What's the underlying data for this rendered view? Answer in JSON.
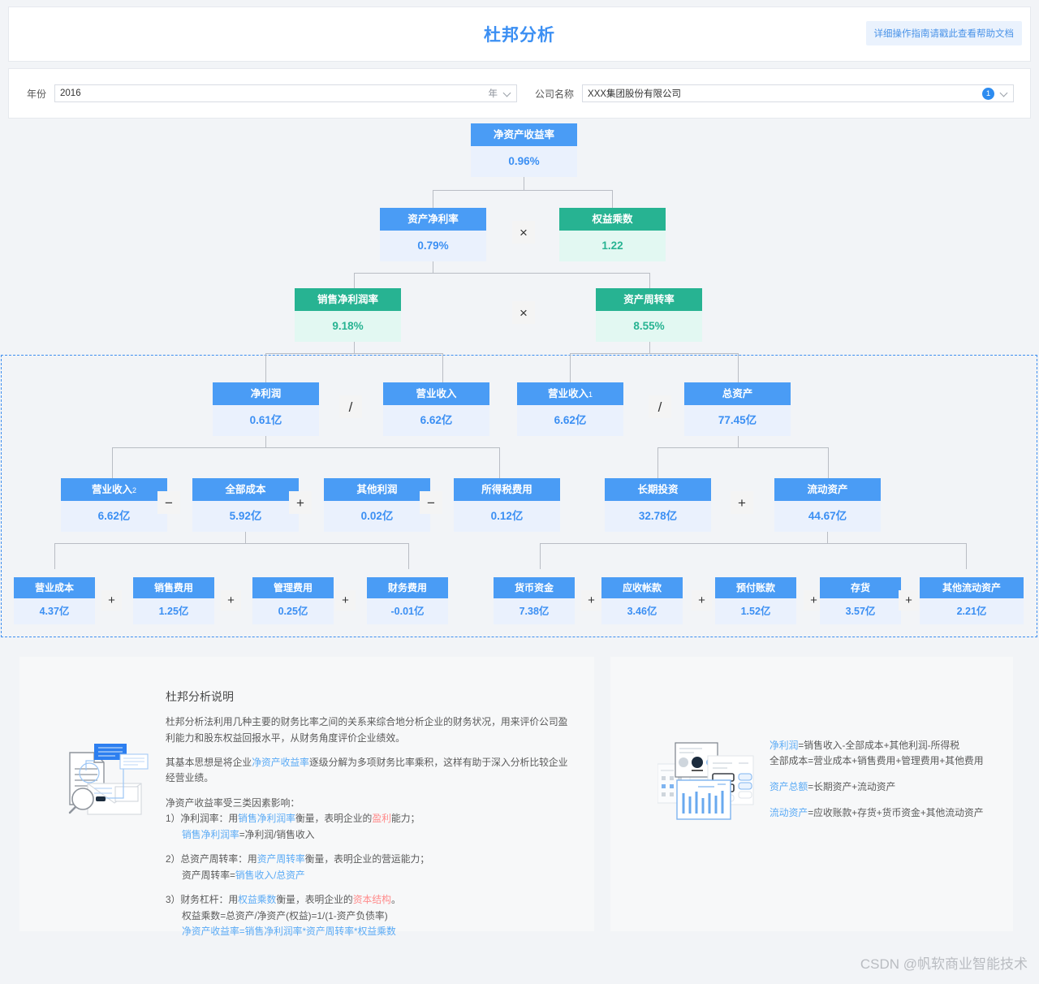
{
  "header": {
    "title": "杜邦分析",
    "help_label": "详细操作指南请戳此查看帮助文档"
  },
  "filters": {
    "year": {
      "label": "年份",
      "value": "2016",
      "unit": "年"
    },
    "company": {
      "label": "公司名称",
      "value": "XXX集团股份有限公司",
      "count": "1"
    }
  },
  "chart_data": {
    "type": "diagram-tree",
    "title": "杜邦分析",
    "nodes": [
      {
        "id": "roe",
        "label": "净资产收益率",
        "value": "0.96%",
        "color": "blue"
      },
      {
        "id": "roa",
        "label": "资产净利率",
        "value": "0.79%",
        "color": "blue"
      },
      {
        "id": "equity_mult",
        "label": "权益乘数",
        "value": "1.22",
        "color": "green"
      },
      {
        "id": "net_margin",
        "label": "销售净利润率",
        "value": "9.18%",
        "color": "green"
      },
      {
        "id": "asset_turnover",
        "label": "资产周转率",
        "value": "8.55%",
        "color": "green"
      },
      {
        "id": "net_profit",
        "label": "净利润",
        "value": "0.61亿",
        "color": "blue"
      },
      {
        "id": "revenue",
        "label": "营业收入",
        "value": "6.62亿",
        "color": "blue"
      },
      {
        "id": "revenue1",
        "label": "营业收入",
        "sub": "1",
        "value": "6.62亿",
        "color": "blue"
      },
      {
        "id": "total_assets",
        "label": "总资产",
        "value": "77.45亿",
        "color": "blue"
      },
      {
        "id": "revenue2",
        "label": "营业收入",
        "sub": "2",
        "value": "6.62亿",
        "color": "blue"
      },
      {
        "id": "total_cost",
        "label": "全部成本",
        "value": "5.92亿",
        "color": "blue"
      },
      {
        "id": "other_profit",
        "label": "其他利润",
        "value": "0.02亿",
        "color": "blue"
      },
      {
        "id": "income_tax",
        "label": "所得税费用",
        "value": "0.12亿",
        "color": "blue"
      },
      {
        "id": "long_invest",
        "label": "长期投资",
        "value": "32.78亿",
        "color": "blue"
      },
      {
        "id": "current_assets",
        "label": "流动资产",
        "value": "44.67亿",
        "color": "blue"
      },
      {
        "id": "op_cost",
        "label": "营业成本",
        "value": "4.37亿",
        "color": "blue"
      },
      {
        "id": "sales_exp",
        "label": "销售费用",
        "value": "1.25亿",
        "color": "blue"
      },
      {
        "id": "admin_exp",
        "label": "管理费用",
        "value": "0.25亿",
        "color": "blue"
      },
      {
        "id": "finance_exp",
        "label": "财务费用",
        "value": "-0.01亿",
        "color": "blue"
      },
      {
        "id": "cash",
        "label": "货币资金",
        "value": "7.38亿",
        "color": "blue"
      },
      {
        "id": "receivable",
        "label": "应收帐款",
        "value": "3.46亿",
        "color": "blue"
      },
      {
        "id": "prepaid",
        "label": "预付账款",
        "value": "1.52亿",
        "color": "blue"
      },
      {
        "id": "inventory",
        "label": "存货",
        "value": "3.57亿",
        "color": "blue"
      },
      {
        "id": "other_current",
        "label": "其他流动资产",
        "value": "2.21亿",
        "color": "blue"
      }
    ],
    "operators": [
      {
        "id": "op1",
        "symbol": "×"
      },
      {
        "id": "op2",
        "symbol": "×"
      },
      {
        "id": "op3",
        "symbol": "/"
      },
      {
        "id": "op4",
        "symbol": "/"
      },
      {
        "id": "op5",
        "symbol": "−"
      },
      {
        "id": "op6",
        "symbol": "+"
      },
      {
        "id": "op7",
        "symbol": "−"
      },
      {
        "id": "op8",
        "symbol": "+"
      },
      {
        "id": "op9",
        "symbol": "+"
      },
      {
        "id": "op10",
        "symbol": "+"
      },
      {
        "id": "op11",
        "symbol": "+"
      },
      {
        "id": "op12",
        "symbol": "+"
      },
      {
        "id": "op13",
        "symbol": "+"
      },
      {
        "id": "op14",
        "symbol": "+"
      },
      {
        "id": "op15",
        "symbol": "+"
      }
    ]
  },
  "explain": {
    "title": "杜邦分析说明",
    "p1": "杜邦分析法利用几种主要的财务比率之间的关系来综合地分析企业的财务状况，用来评价公司盈利能力和股东权益回报水平，从财务角度评价企业绩效。",
    "p2_a": "其基本思想是将企业",
    "p2_link": "净资产收益率",
    "p2_b": "逐级分解为多项财务比率乘积，这样有助于深入分析比较企业经营业绩。",
    "p3_head": "净资产收益率受三类因素影响：",
    "item1_a": "1）净利润率：用",
    "item1_link": "销售净利润率",
    "item1_b": "衡量，表明企业的",
    "item1_red": "盈利",
    "item1_c": "能力；",
    "item1_formula_link": "销售净利润率",
    "item1_formula": "=净利润/销售收入",
    "item2_a": "2）总资产周转率：用",
    "item2_link": "资产周转率",
    "item2_b": "衡量，表明企业的营运能力；",
    "item2_formula_a": "资产周转率=",
    "item2_formula_link": "销售收入/总资产",
    "item3_a": "3）财务杠杆：用",
    "item3_link": "权益乘数",
    "item3_b": "衡量，表明企业的",
    "item3_red": "资本结构",
    "item3_c": "。",
    "item3_formula": "权益乘数=总资产/净资产(权益)=1/(1-资产负债率)",
    "item3_formula2": "净资产收益率=销售净利润率*资产周转率*权益乘数"
  },
  "formulas": {
    "f1_link": "净利润",
    "f1": "=销售收入-全部成本+其他利润-所得税",
    "f2": "全部成本=营业成本+销售费用+管理费用+其他费用",
    "f3_link": "资产总额",
    "f3": "=长期资产+流动资产",
    "f4_link": "流动资产",
    "f4": "=应收账款+存货+货币资金+其他流动资产"
  },
  "watermark": "CSDN @帆软商业智能技术"
}
